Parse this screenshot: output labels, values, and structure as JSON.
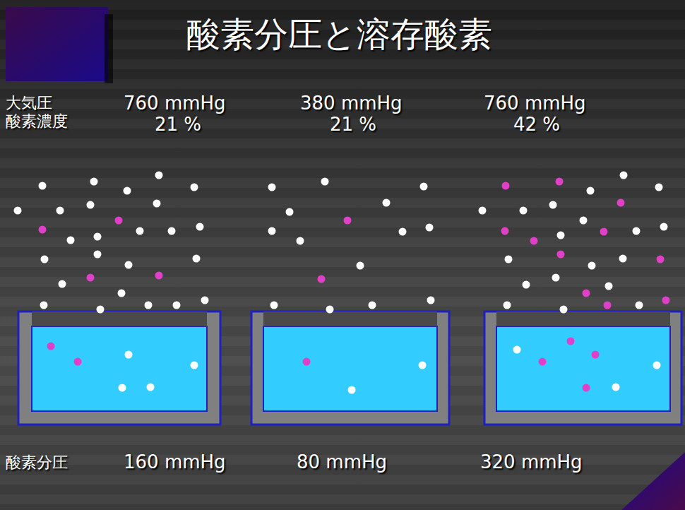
{
  "diagram": {
    "title": "酸素分圧と溶存酸素",
    "labels": [
      "大気圧",
      "酸素濃度",
      "760 mmHg",
      "21 %",
      "380 mmHg",
      "21 %",
      "760 mmHg",
      "42 %",
      "酸素分圧",
      "160 mmHg",
      "80 mmHg",
      "320 mmHg"
    ]
  }
}
